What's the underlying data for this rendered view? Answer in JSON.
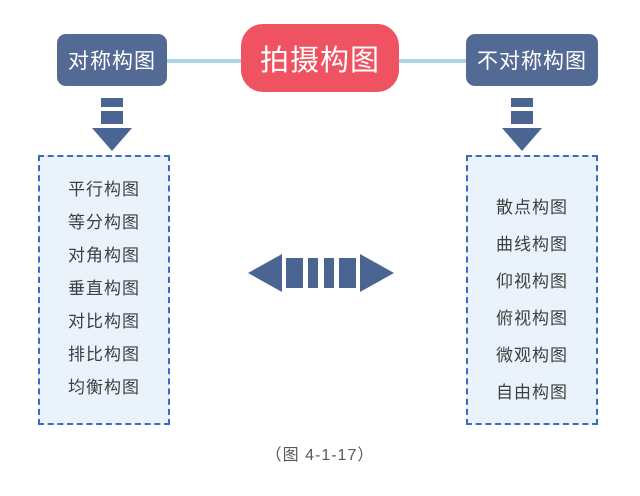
{
  "diagram": {
    "center_node": {
      "label": "拍摄构图",
      "color": "#ef5261",
      "text_color": "#ffffff"
    },
    "branches": [
      {
        "id": "symmetric",
        "node_label": "对称构图",
        "node_color": "#536a94",
        "arrow_color": "#4a6592",
        "panel": {
          "border_color": "#3a6cc0",
          "fill_color": "#eaf3fb",
          "items": [
            "平行构图",
            "等分构图",
            "对角构图",
            "垂直构图",
            "对比构图",
            "排比构图",
            "均衡构图"
          ]
        }
      },
      {
        "id": "asymmetric",
        "node_label": "不对称构图",
        "node_color": "#536a94",
        "arrow_color": "#4a6592",
        "panel": {
          "border_color": "#3a6cc0",
          "fill_color": "#eaf3fb",
          "items": [
            "散点构图",
            "曲线构图",
            "仰视构图",
            "俯视构图",
            "微观构图",
            "自由构图"
          ]
        }
      }
    ],
    "connector_color": "#aed3e8",
    "center_double_arrow": {
      "color": "#4a6592",
      "direction": "bidirectional"
    },
    "caption": "（图 4-1-17）"
  }
}
